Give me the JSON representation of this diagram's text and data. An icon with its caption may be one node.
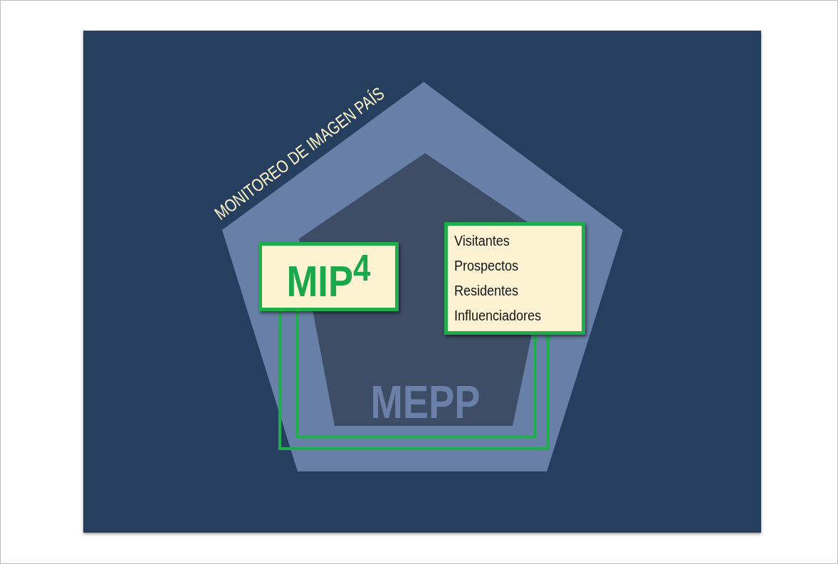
{
  "diagram": {
    "nodes": [
      {
        "text": [
          "MONITOREO DE IMAGEN PAÍS"
        ]
      },
      {
        "text": [
          "MEPP"
        ],
        "in": 0
      },
      {
        "text": [
          "MIP$^{4}$"
        ],
        "in": 0
      },
      {
        "text": [
          "Visitantes",
          "Prospectos",
          "Residentes",
          "Influenciadores"
        ],
        "in": 0
      }
    ],
    "edges": [
      {
        "from": 2,
        "to": 3,
        "arrow": "to"
      },
      {
        "from": 2,
        "to": 3,
        "arrow": "to"
      }
    ]
  }
}
